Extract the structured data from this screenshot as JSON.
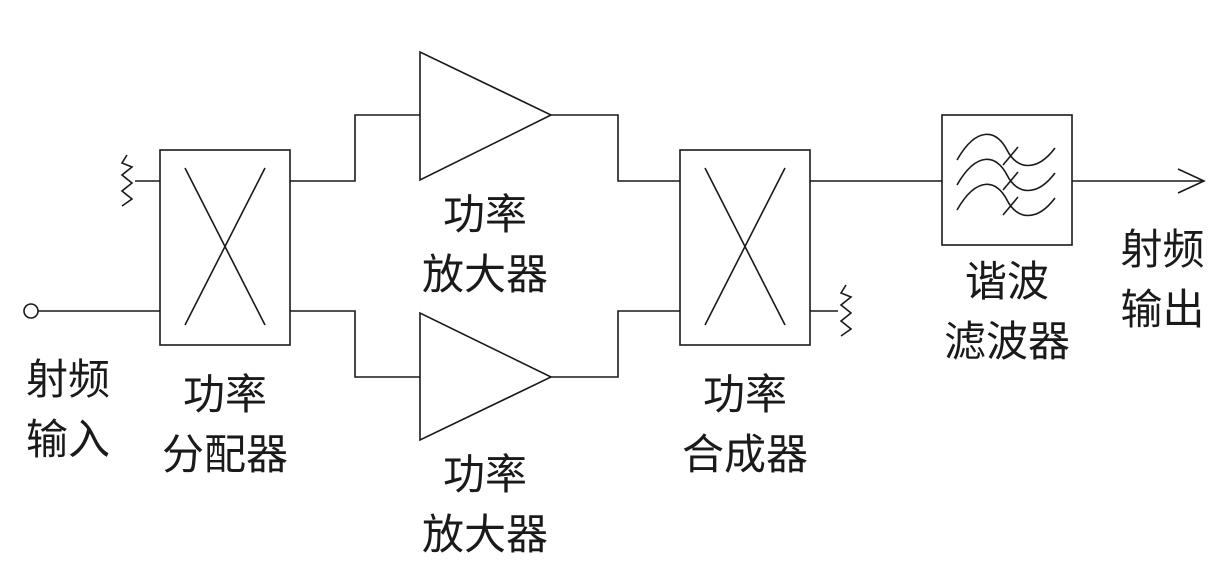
{
  "labels": {
    "rf_input": [
      "射频",
      "输入"
    ],
    "splitter": [
      "功率",
      "分配器"
    ],
    "amp_top": [
      "功率",
      "放大器"
    ],
    "amp_bottom": [
      "功率",
      "放大器"
    ],
    "combiner": [
      "功率",
      "合成器"
    ],
    "filter": [
      "谐波",
      "滤波器"
    ],
    "rf_output": [
      "射频",
      "输出"
    ]
  },
  "colors": {
    "line": "#1a1a1a",
    "background": "#ffffff"
  }
}
